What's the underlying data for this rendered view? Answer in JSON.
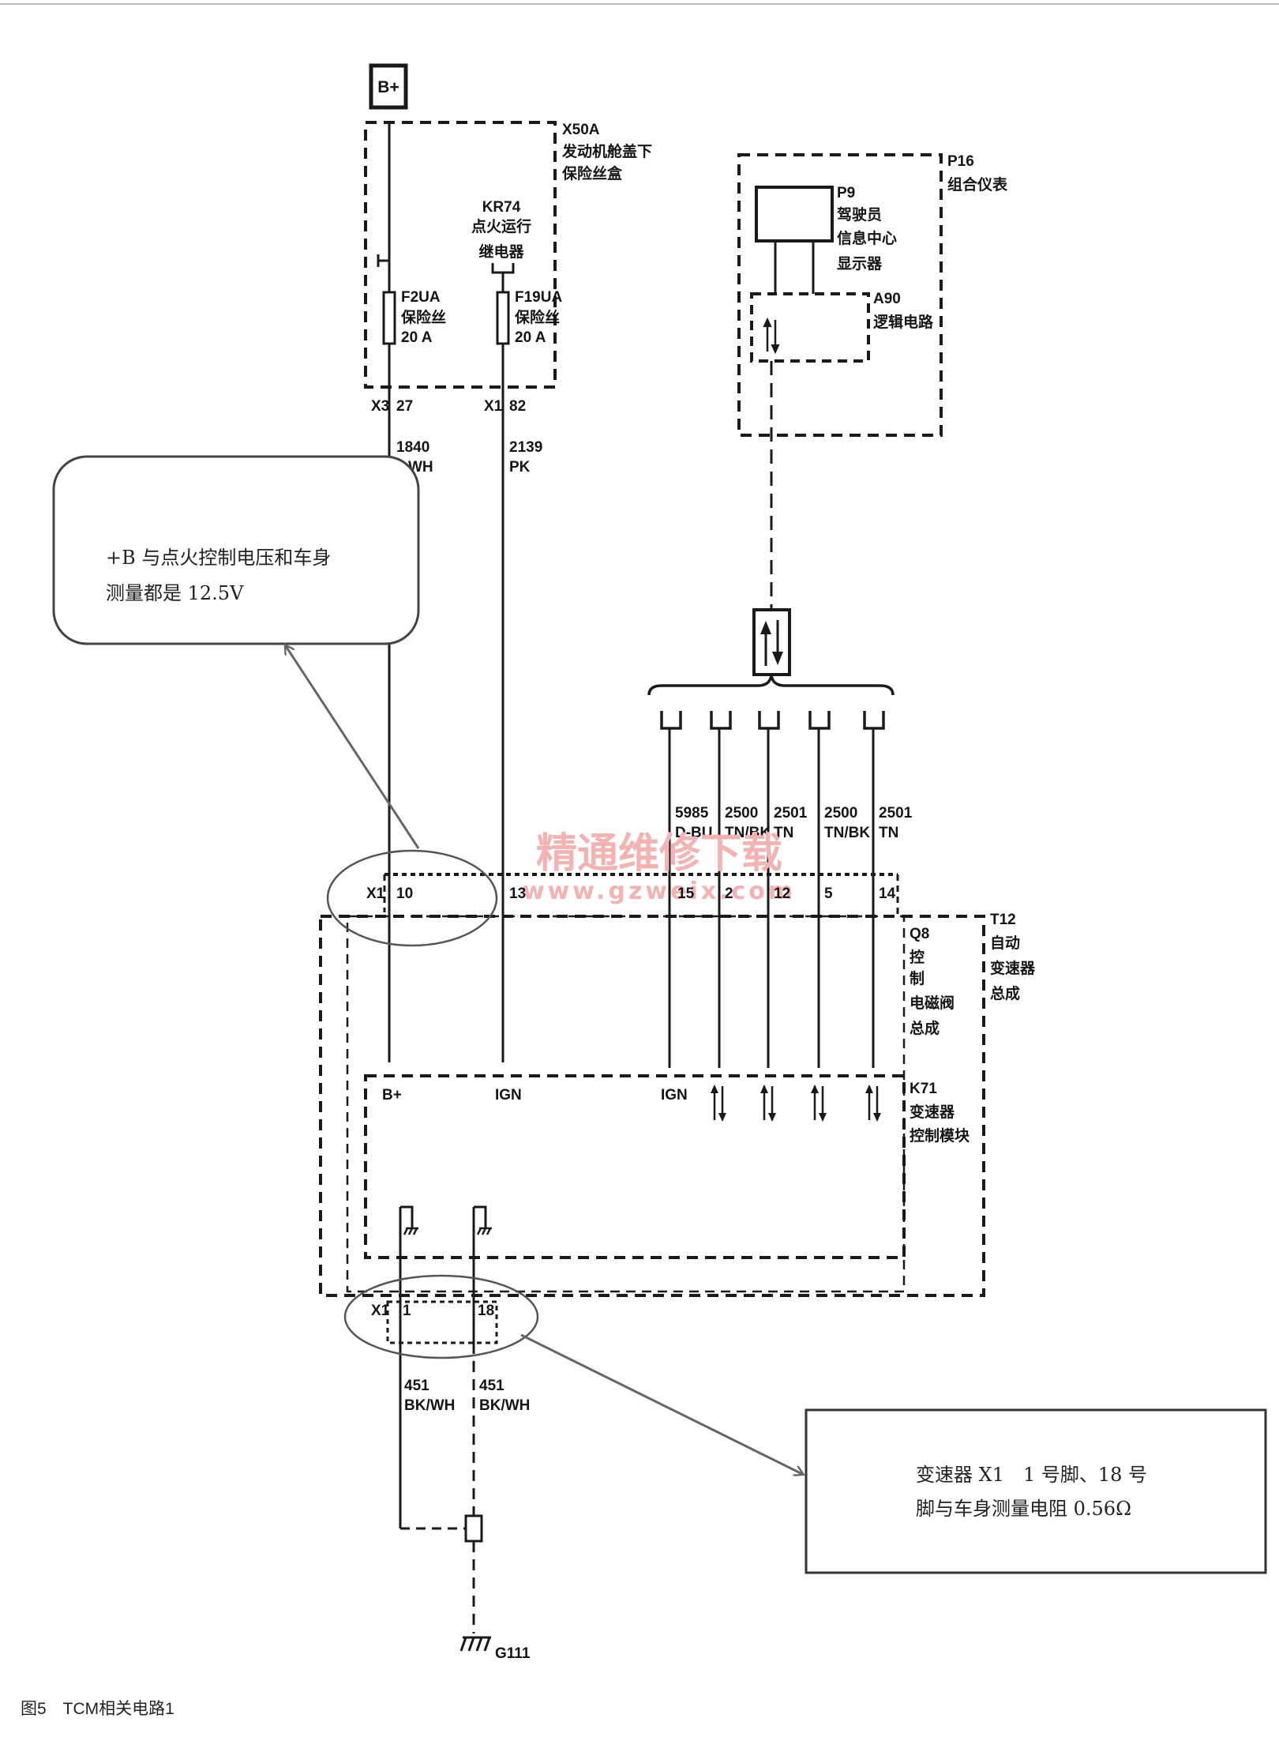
{
  "caption": "图5　TCM相关电路1",
  "battery": {
    "label": "B+"
  },
  "fuse_box": {
    "id": "X50A",
    "name_line1": "发动机舱盖下",
    "name_line2": "保险丝盒"
  },
  "relay": {
    "id": "KR74",
    "name_line1": "点火运行",
    "name_line2": "继电器"
  },
  "fuse_f2ua": {
    "id": "F2UA",
    "type": "保险丝",
    "rating": "20 A"
  },
  "fuse_f19ua": {
    "id": "F19UA",
    "type": "保险丝",
    "rating": "20 A"
  },
  "connector_x3_27": {
    "conn": "X3",
    "pin": "27"
  },
  "connector_x1_82": {
    "conn": "X1",
    "pin": "82"
  },
  "wire_1840": {
    "circuit": "1840",
    "color": "WH"
  },
  "wire_2139": {
    "circuit": "2139",
    "color": "PK"
  },
  "cluster": {
    "id": "P16",
    "name": "组合仪表"
  },
  "dic": {
    "id": "P9",
    "name_line1": "驾驶员",
    "name_line2": "信息中心",
    "name_line3": "显示器"
  },
  "logic": {
    "id": "A90",
    "name": "逻辑电路"
  },
  "bus_wires": [
    {
      "circuit": "5985",
      "color": "D-BU",
      "pin": "15"
    },
    {
      "circuit": "2500",
      "color": "TN/BK",
      "pin": "2"
    },
    {
      "circuit": "2501",
      "color": "TN",
      "pin": "12"
    },
    {
      "circuit": "2500",
      "color": "TN/BK",
      "pin": "5"
    },
    {
      "circuit": "2501",
      "color": "TN",
      "pin": "14"
    }
  ],
  "tcm_connector": {
    "conn": "X1",
    "pin_b": "10",
    "pin_ign": "13"
  },
  "valve_body": {
    "id": "Q8",
    "l1": "控",
    "l2": "制",
    "l3": "电磁阀",
    "l4": "总成"
  },
  "transmission": {
    "id": "T12",
    "l1": "自动",
    "l2": "变速器",
    "l3": "总成"
  },
  "tcm": {
    "id": "K71",
    "l1": "变速器",
    "l2": "控制模块",
    "pin_b": "B+",
    "pin_ign1": "IGN",
    "pin_ign2": "IGN"
  },
  "ground_connector": {
    "conn": "X1",
    "pin_a": "1",
    "pin_b": "18"
  },
  "ground_wire_1": {
    "circuit": "451",
    "color": "BK/WH"
  },
  "ground_wire_2": {
    "circuit": "451",
    "color": "BK/WH"
  },
  "ground": {
    "id": "G111"
  },
  "callout_voltage": {
    "line1": "+B 与点火控制电压和车身",
    "line2": "测量都是 12.5V"
  },
  "callout_resistance": {
    "line1": "变速器 X1　1 号脚、18 号",
    "line2": "脚与车身测量电阻 0.56Ω"
  },
  "watermark": {
    "cn": "精通维修下载",
    "url": "www.gzweix.com"
  },
  "colors": {
    "line": "#1a1a1a",
    "callout_ellipse": "#555555",
    "arrow": "#666666",
    "watermark": "#f3b3b3"
  }
}
